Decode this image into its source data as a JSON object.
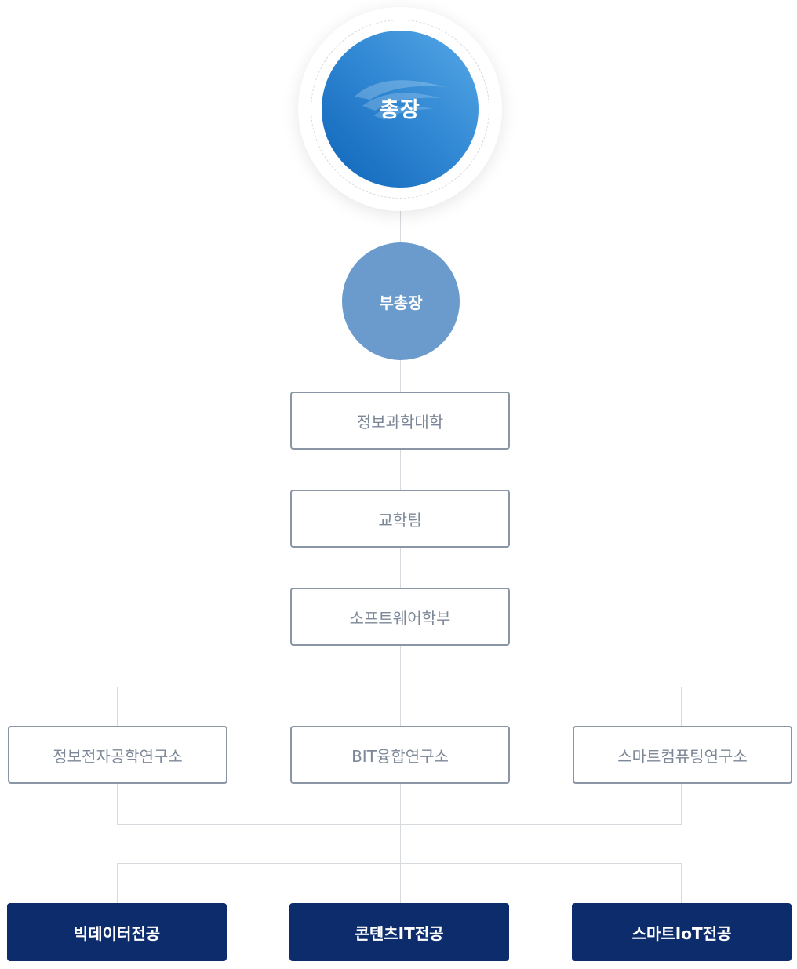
{
  "president": {
    "label": "총장"
  },
  "vice_president": {
    "label": "부총장"
  },
  "chain": [
    {
      "label": "정보과학대학"
    },
    {
      "label": "교학팀"
    },
    {
      "label": "소프트웨어학부"
    }
  ],
  "institutes": [
    {
      "label": "정보전자공학연구소"
    },
    {
      "label": "BIT융합연구소"
    },
    {
      "label": "스마트컴퓨팅연구소"
    }
  ],
  "majors": [
    {
      "label": "빅데이터전공"
    },
    {
      "label": "콘텐츠IT전공"
    },
    {
      "label": "스마트IoT전공"
    }
  ],
  "colors": {
    "president_gradient": [
      "#56a8e6",
      "#0f64b8"
    ],
    "vice_president": "#6b9bcc",
    "box_border": "#8a96a6",
    "box_text": "#7c8797",
    "major_bg": "#0c2c6c",
    "connector": "#d6d9de"
  }
}
